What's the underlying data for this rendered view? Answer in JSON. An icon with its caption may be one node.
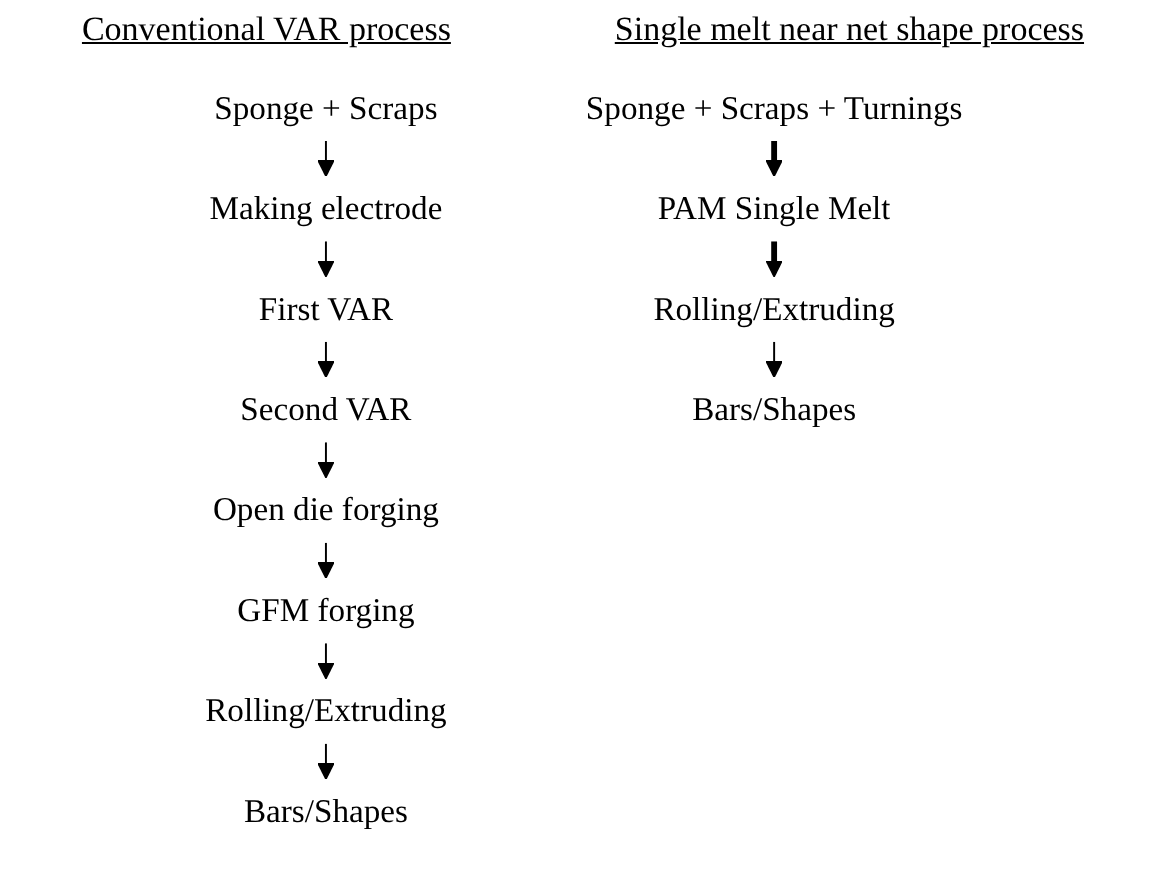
{
  "diagram": {
    "nodes": [
      {
        "text": [
          "Sponge + Scraps"
        ]
      },
      {
        "text": [
          "Making electrode"
        ]
      },
      {
        "text": [
          "First VAR"
        ]
      },
      {
        "text": [
          "Second VAR"
        ]
      },
      {
        "text": [
          "Open die forging"
        ]
      },
      {
        "text": [
          "GFM forging"
        ]
      },
      {
        "text": [
          "Rolling/Extruding"
        ]
      },
      {
        "text": [
          "Bars/Shapes"
        ]
      },
      {
        "text": [
          "Sponge + Scraps + Turnings"
        ]
      },
      {
        "text": [
          "PAM Single Melt"
        ]
      },
      {
        "text": [
          "Rolling/Extruding"
        ]
      },
      {
        "text": [
          "Bars/Shapes"
        ]
      }
    ],
    "edges": [
      {
        "from": 0,
        "to": 1,
        "arrow": "to"
      },
      {
        "from": 1,
        "to": 2,
        "arrow": "to"
      },
      {
        "from": 2,
        "to": 3,
        "arrow": "to"
      },
      {
        "from": 3,
        "to": 4,
        "arrow": "to"
      },
      {
        "from": 4,
        "to": 5,
        "arrow": "to"
      },
      {
        "from": 5,
        "to": 6,
        "arrow": "to"
      },
      {
        "from": 6,
        "to": 7,
        "arrow": "to"
      },
      {
        "from": 8,
        "to": 9,
        "arrow": "to",
        "style": "thick"
      },
      {
        "from": 9,
        "to": 10,
        "arrow": "to",
        "style": "thick"
      },
      {
        "from": 10,
        "to": 11,
        "arrow": "to"
      }
    ],
    "labels": [
      "Conventional VAR process",
      "Single melt near net shape process"
    ]
  }
}
